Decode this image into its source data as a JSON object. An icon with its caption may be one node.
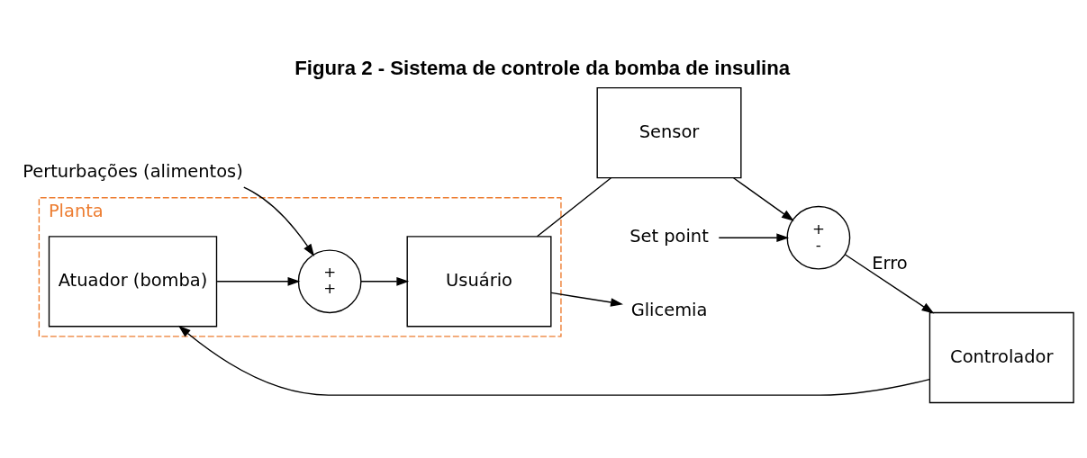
{
  "diagram": {
    "title": "Figura 2 - Sistema de controle da bomba de insulina",
    "nodes": [
      {
        "text": [
          "Set point"
        ]
      },
      {
        "text": [
          "+",
          "-"
        ]
      },
      {
        "text": [
          "Controlador"
        ]
      },
      {
        "text": [
          "Planta"
        ]
      },
      {
        "text": [
          "Atuador (bomba)"
        ],
        "in": 3
      },
      {
        "text": [
          "+",
          "+"
        ],
        "in": 3
      },
      {
        "text": [
          "Usuário"
        ],
        "in": 3
      },
      {
        "text": [
          "Perturbações (alimentos)"
        ]
      },
      {
        "text": [
          "Glicemia"
        ]
      },
      {
        "text": [
          "Sensor"
        ]
      }
    ],
    "edges": [
      {
        "from": 0,
        "to": 1,
        "arrow": "to"
      },
      {
        "from": 1,
        "to": 2,
        "arrow": "to",
        "label": "Erro"
      },
      {
        "from": 2,
        "to": 4,
        "arrow": "to"
      },
      {
        "from": 4,
        "to": 5,
        "arrow": "to"
      },
      {
        "from": 7,
        "to": 5,
        "arrow": "to"
      },
      {
        "from": 5,
        "to": 6,
        "arrow": "to"
      },
      {
        "from": 6,
        "to": 8,
        "arrow": "to"
      },
      {
        "from": 6,
        "to": 9,
        "arrow": "none"
      },
      {
        "from": 9,
        "to": 1,
        "arrow": "to"
      }
    ]
  }
}
